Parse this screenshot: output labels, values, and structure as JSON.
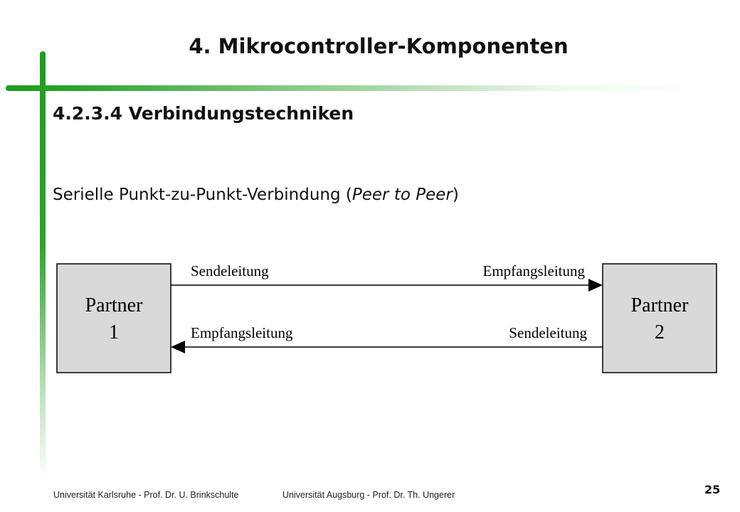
{
  "slide": {
    "title": "4. Mikrocontroller-Komponenten",
    "subtitle": "4.2.3.4 Verbindungstechniken",
    "body_prefix": "Serielle Punkt-zu-Punkt-Verbindung (",
    "body_italic": "Peer to Peer",
    "body_suffix": ")"
  },
  "diagram": {
    "partner1": {
      "line1": "Partner",
      "line2": "1"
    },
    "partner2": {
      "line1": "Partner",
      "line2": "2"
    },
    "top_left_label": "Sendeleitung",
    "top_right_label": "Empfangsleitung",
    "bottom_left_label": "Empfangsleitung",
    "bottom_right_label": "Sendeleitung",
    "box_fill": "#d9d9d9"
  },
  "footer": {
    "left": "Universität Karlsruhe  -  Prof. Dr. U. Brinkschulte",
    "right": "Universität Augsburg - Prof. Dr. Th. Ungerer",
    "page_number": "25"
  },
  "colors": {
    "accent_green": "#1a9e1a"
  }
}
